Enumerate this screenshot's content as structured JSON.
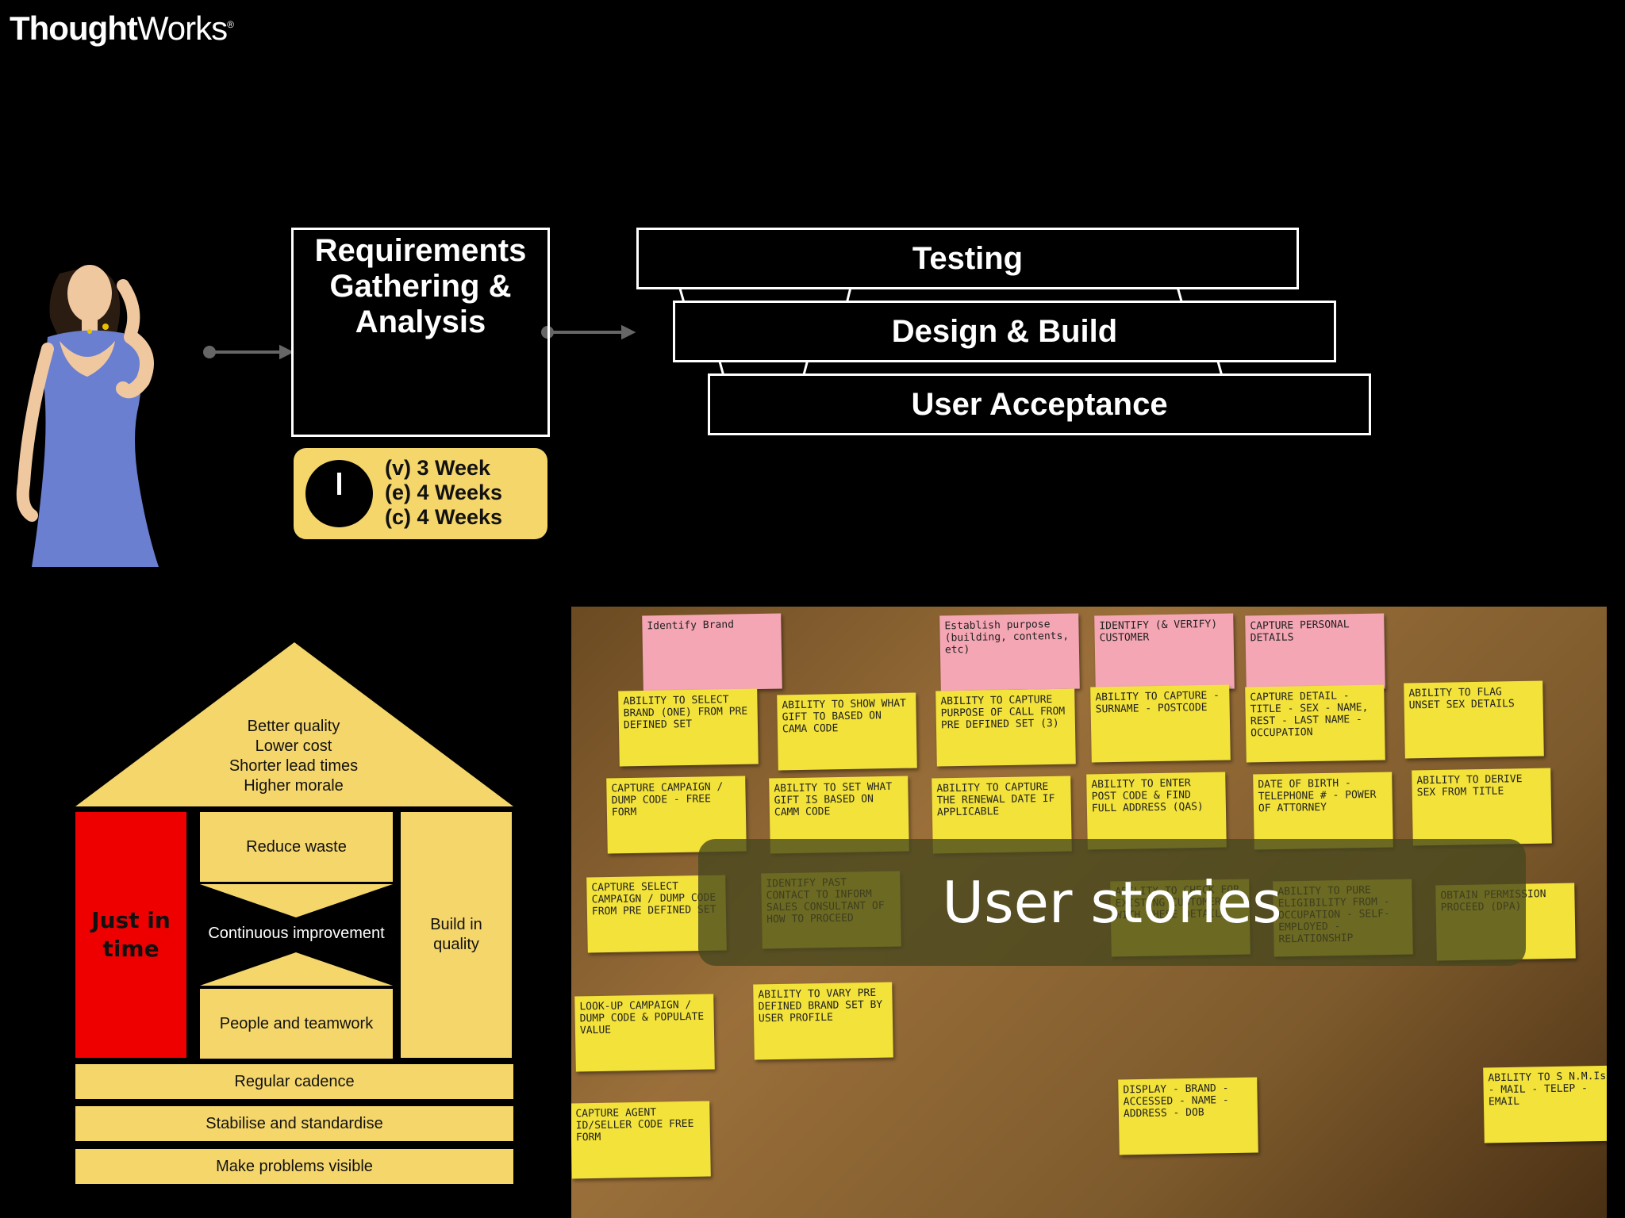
{
  "logo": {
    "bold": "Thought",
    "regular": "Works",
    "mark": "®"
  },
  "process": {
    "requirements": [
      "Requirements",
      "Gathering &",
      "Analysis"
    ],
    "phases": {
      "testing": "Testing",
      "design": "Design & Build",
      "ua": "User Acceptance"
    },
    "timer": {
      "lines": [
        "(v) 3 Week",
        "(e) 4 Weeks",
        "(c) 4 Weeks"
      ],
      "icon": "clock-icon"
    }
  },
  "house": {
    "roof": [
      "Better quality",
      "Lower cost",
      "Shorter lead times",
      "Higher morale"
    ],
    "left_pillar": [
      "Just in",
      "time"
    ],
    "center_top": "Reduce waste",
    "center_mid": "Continuous improvement",
    "center_bottom": "People and teamwork",
    "right_pillar": [
      "Build in",
      "quality"
    ],
    "foundation": [
      "Regular cadence",
      "Stabilise and standardise",
      "Make problems visible"
    ],
    "colors": {
      "yellow": "#f5d66b",
      "red": "#e00000"
    }
  },
  "photo": {
    "caption": "User stories",
    "notes": [
      {
        "text": "Identify Brand",
        "pink": true
      },
      {
        "text": "Establish purpose (building, contents, etc)",
        "pink": true
      },
      {
        "text": "IDENTIFY (& VERIFY) CUSTOMER",
        "pink": true
      },
      {
        "text": "CAPTURE PERSONAL DETAILS",
        "pink": true
      },
      {
        "text": "ABILITY TO SELECT BRAND (ONE) FROM PRE DEFINED SET"
      },
      {
        "text": "ABILITY TO SHOW WHAT GIFT TO BASED ON CAMA CODE"
      },
      {
        "text": "ABILITY TO CAPTURE PURPOSE OF CALL FROM PRE DEFINED SET (3)"
      },
      {
        "text": "ABILITY TO CAPTURE - SURNAME - POSTCODE"
      },
      {
        "text": "CAPTURE DETAIL - TITLE - SEX - NAME, REST - LAST NAME - OCCUPATION"
      },
      {
        "text": "ABILITY TO FLAG UNSET SEX DETAILS"
      },
      {
        "text": "CAPTURE CAMPAIGN / DUMP CODE - FREE FORM"
      },
      {
        "text": "ABILITY TO SET WHAT GIFT IS BASED ON CAMM CODE"
      },
      {
        "text": "ABILITY TO CAPTURE THE RENEWAL DATE IF APPLICABLE"
      },
      {
        "text": "ABILITY TO ENTER POST CODE & FIND FULL ADDRESS (QAS)"
      },
      {
        "text": "DATE OF BIRTH - TELEPHONE # - POWER OF ATTORNEY"
      },
      {
        "text": "ABILITY TO DERIVE SEX FROM TITLE"
      },
      {
        "text": "CAPTURE SELECT CAMPAIGN / DUMP CODE FROM PRE DEFINED SET"
      },
      {
        "text": "IDENTIFY PAST CONTACT TO INFORM SALES CONSULTANT OF HOW TO PROCEED"
      },
      {
        "text": "ABILITY TO CHECK FOR EXISTING CUSTOMER WITH THESE DETAILS"
      },
      {
        "text": "ABILITY TO PURE ELIGIBILITY FROM - OCCUPATION - SELF-EMPLOYED - RELATIONSHIP"
      },
      {
        "text": "OBTAIN PERMISSION PROCEED (DPA)"
      },
      {
        "text": "LOOK-UP CAMPAIGN / DUMP CODE & POPULATE VALUE"
      },
      {
        "text": "ABILITY TO VARY PRE DEFINED BRAND SET BY USER PROFILE"
      },
      {
        "text": "DISPLAY - BRAND - ACCESSED - NAME - ADDRESS - DOB"
      },
      {
        "text": "CAPTURE AGENT ID/SELLER CODE FREE FORM"
      },
      {
        "text": "ABILITY TO S N.M.Is - MAIL - TELEP - EMAIL"
      }
    ]
  }
}
